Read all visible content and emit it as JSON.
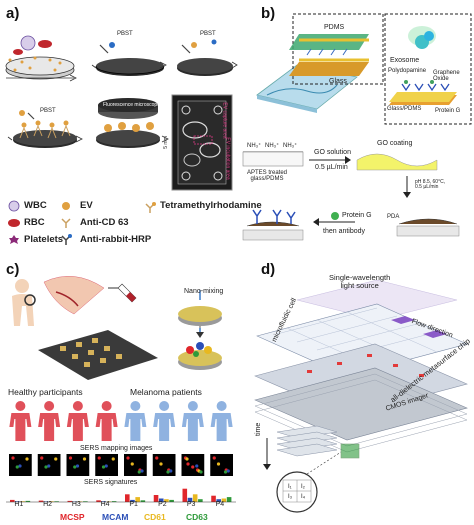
{
  "panels": {
    "a": {
      "label": "a)",
      "pbst_labels": [
        "PBST",
        "PBST",
        "PBST"
      ],
      "microscope_label": "Fluorescence microscope",
      "chip_side_labels": [
        "5 mm",
        "EV capture area",
        "EV incubation area"
      ],
      "legend": {
        "wbc": "WBC",
        "rbc": "RBC",
        "platelets": "Platelets",
        "ev": "EV",
        "anti_cd63": "Anti-CD 63",
        "anti_rabbit": "Anti-rabbit-HRP",
        "tmr": "Tetramethylrhodamine"
      }
    },
    "b": {
      "label": "b)",
      "pdms": "PDMS",
      "glass": "Glass",
      "exosome": "Exosome",
      "polydopamine": "Polydopamine",
      "graphene_oxide": "Graphene\nOxide",
      "glass_pdms": "Glass/PDMS",
      "protein_g": "Protein G",
      "nh3": [
        "NH₃⁺",
        "NH₃⁺",
        "NH₃⁺"
      ],
      "go_solution": "GO solution",
      "flow_rate": "0.5 µL/min",
      "go_coating": "GO coating",
      "aptes": "APTES treated\nglass/PDMS",
      "reaction_note": "pH 8.5, 60°C,\n0.5 µL/min",
      "pda": "PDA",
      "protein_g_step": "Protein G",
      "then_antibody": "then antibody"
    },
    "c": {
      "label": "c)",
      "nano_mixing": "Nano-mixing",
      "healthy": "Healthy participants",
      "melanoma": "Melanoma patients",
      "sers_images": "SERS mapping images",
      "sers_signatures": "SERS signatures",
      "participants": [
        "H1",
        "H2",
        "H3",
        "H4",
        "P1",
        "P2",
        "P3",
        "P4"
      ],
      "markers": [
        {
          "name": "MCSP",
          "color": "#e0262b"
        },
        {
          "name": "MCAM",
          "color": "#2b4fb7"
        },
        {
          "name": "CD61",
          "color": "#e8b820"
        },
        {
          "name": "CD63",
          "color": "#2e9a3a"
        }
      ],
      "signature_values": {
        "H1": [
          0.15,
          0.05,
          0.05,
          0.08
        ],
        "H2": [
          0.1,
          0.04,
          0.05,
          0.05
        ],
        "H3": [
          0.08,
          0.03,
          0.04,
          0.05
        ],
        "H4": [
          0.12,
          0.05,
          0.04,
          0.06
        ],
        "P1": [
          0.55,
          0.15,
          0.35,
          0.12
        ],
        "P2": [
          0.5,
          0.25,
          0.2,
          0.15
        ],
        "P3": [
          0.95,
          0.3,
          0.55,
          0.2
        ],
        "P4": [
          0.45,
          0.2,
          0.25,
          0.35
        ]
      }
    },
    "d": {
      "label": "d)",
      "light_source": "Single-wavelength\nlight source",
      "flow_direction": "Flow direction",
      "microfluidic_cell": "microfluidic cell",
      "metasurface_chip": "all-dielectric metasurface chip",
      "cmos": "CMOS imager",
      "time": "time",
      "intensity_cells": [
        "I₁",
        "I₂",
        "I₃",
        "I₄"
      ]
    }
  }
}
